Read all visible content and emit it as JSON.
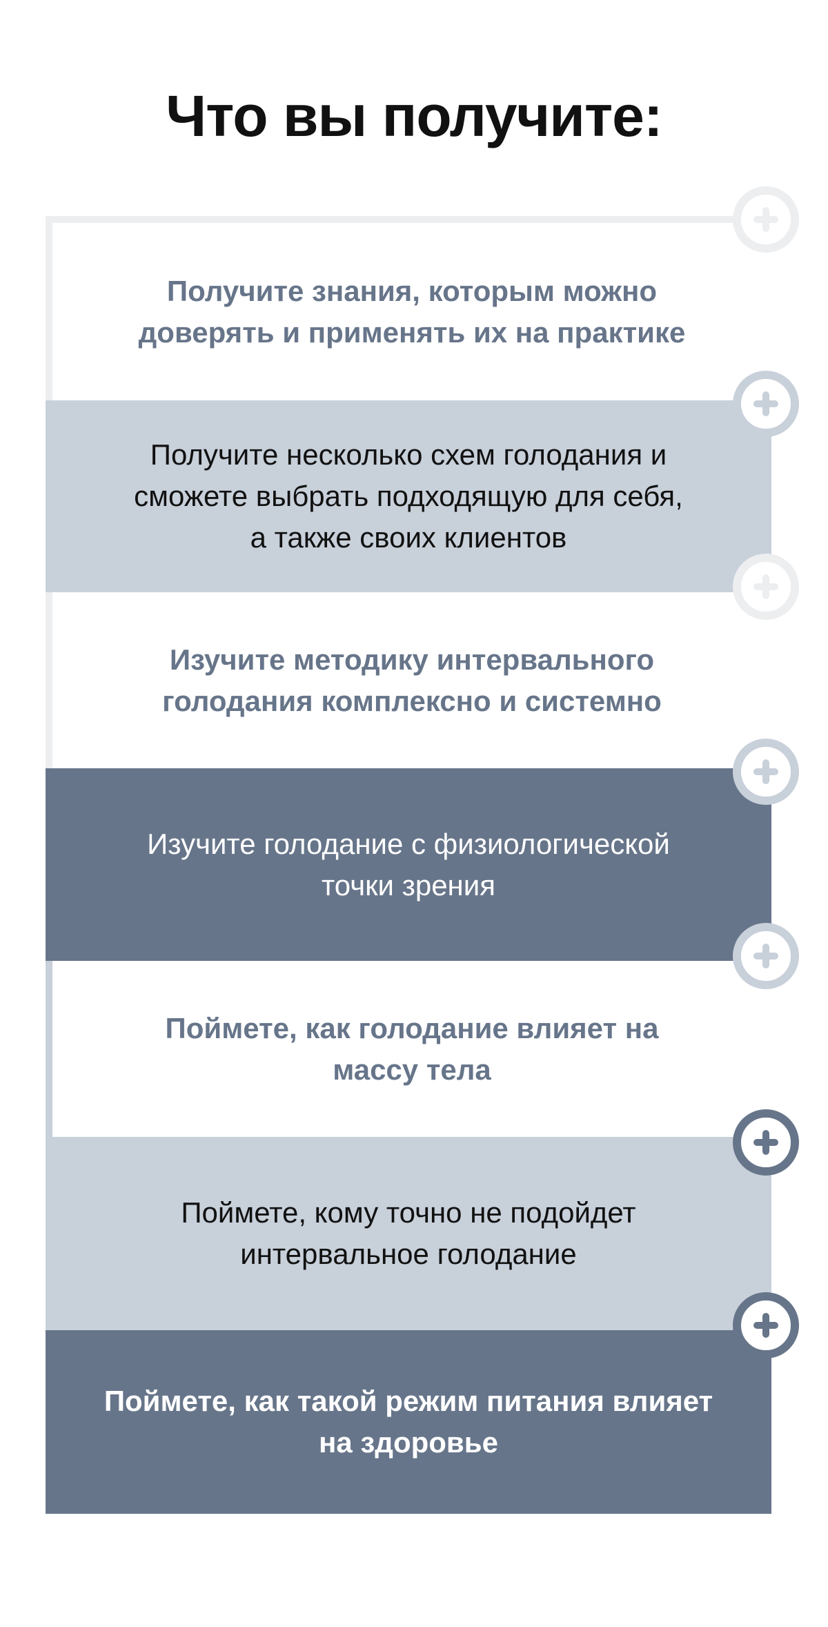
{
  "title": "Что вы получите:",
  "colors": {
    "dark": "#67758a",
    "light": "#c8d0da",
    "pale": "#eceef0"
  },
  "items": [
    {
      "text": "Получите знания, которым можно\nдоверять и применять их на практике",
      "icon": "plus-icon"
    },
    {
      "text": "Получите несколько схем голодания и\nсможете выбрать подходящую для себя,\nа также своих клиентов",
      "icon": "plus-icon"
    },
    {
      "text": "Изучите методику интервального\nголодания комплексно и системно",
      "icon": "plus-icon"
    },
    {
      "text": "Изучите голодание с физиологической\nточки зрения",
      "icon": "plus-icon"
    },
    {
      "text": "Поймете, как голодание влияет на\nмассу тела",
      "icon": "plus-icon"
    },
    {
      "text": "Поймете, кому точно не подойдет\nинтервальное голодание",
      "icon": "plus-icon"
    },
    {
      "text": "Поймете, как такой режим питания влияет\nна здоровье",
      "icon": "plus-icon"
    }
  ]
}
